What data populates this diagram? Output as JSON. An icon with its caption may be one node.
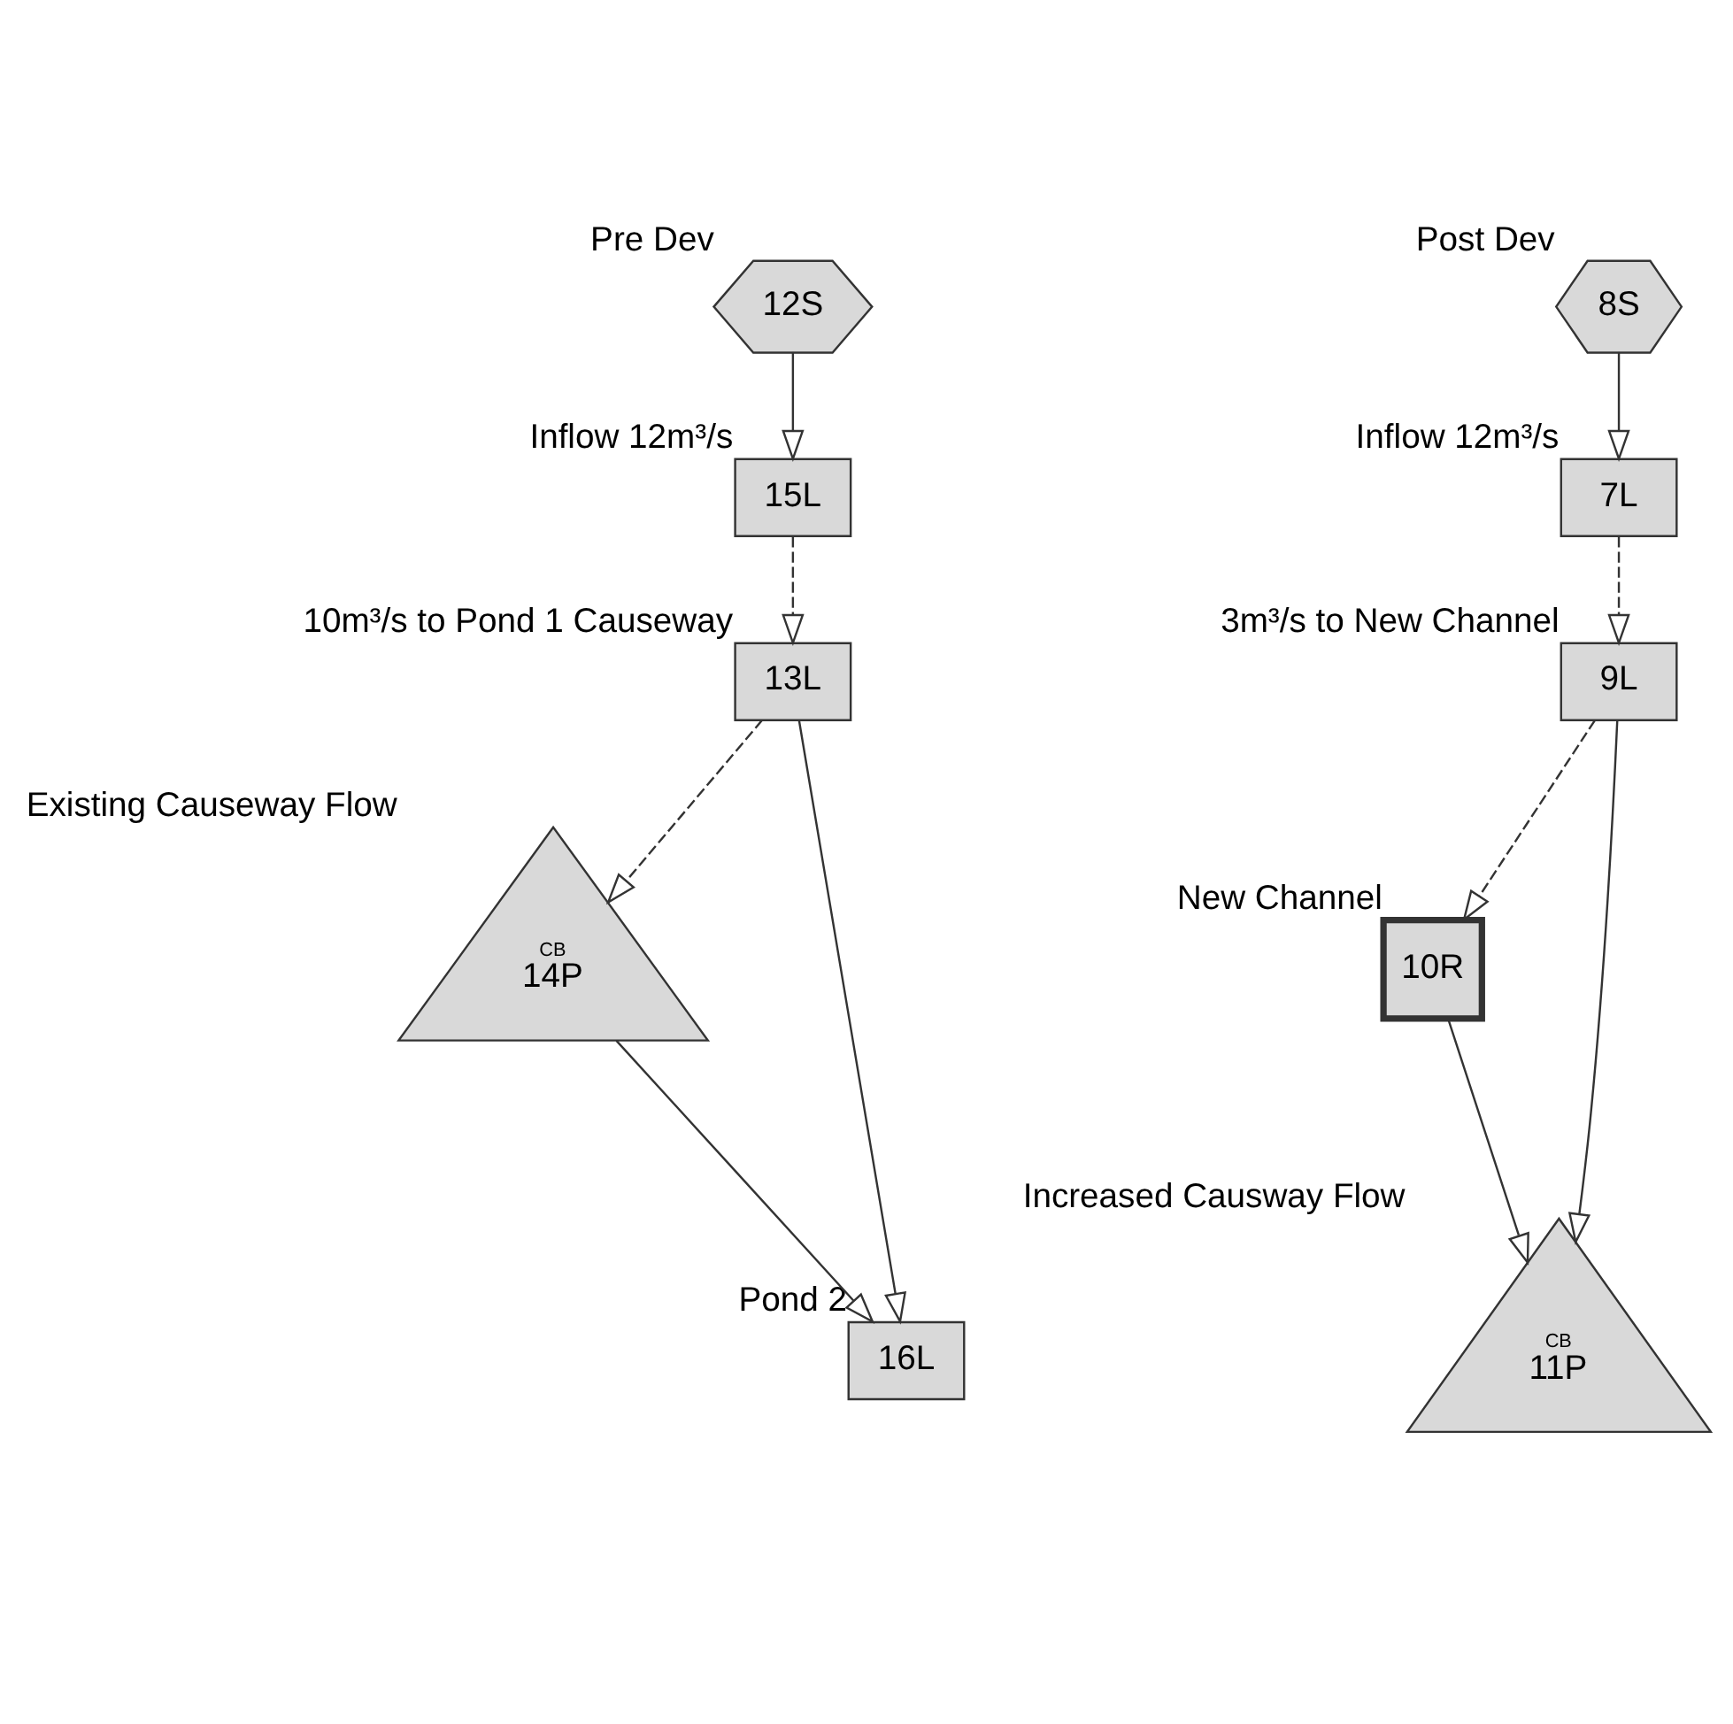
{
  "diagram": {
    "nodes": [
      {
        "text": [
          "12S"
        ],
        "beside": [
          "Pre Dev"
        ]
      },
      {
        "text": [
          "8S"
        ],
        "beside": [
          "Post Dev"
        ]
      },
      {
        "text": [
          "15L"
        ],
        "beside": [
          "Inflow 12m³/s"
        ]
      },
      {
        "text": [
          "7L"
        ],
        "beside": [
          "Inflow 12m³/s"
        ]
      },
      {
        "text": [
          "13L"
        ],
        "beside": [
          "10m³/s to Pond 1 Causeway"
        ]
      },
      {
        "text": [
          "9L"
        ],
        "beside": [
          "3m³/s to New Channel"
        ]
      },
      {
        "text": [
          "10R"
        ],
        "beside": [
          "New Channel"
        ]
      },
      {
        "text": [
          "CB",
          "14P"
        ],
        "beside": [
          "Existing Causeway Flow"
        ]
      },
      {
        "text": [
          "CB",
          "11P"
        ],
        "beside": [
          "Increased Causway Flow"
        ]
      },
      {
        "text": [
          "16L"
        ],
        "beside": [
          "Pond 2"
        ]
      }
    ],
    "edges": [
      {
        "from": 0,
        "to": 2,
        "arrow": "to"
      },
      {
        "from": 2,
        "to": 4,
        "arrow": "to",
        "style": "dashed"
      },
      {
        "from": 4,
        "to": 7,
        "arrow": "to",
        "style": "dashed"
      },
      {
        "from": 4,
        "to": 9,
        "arrow": "to"
      },
      {
        "from": 7,
        "to": 9,
        "arrow": "to"
      },
      {
        "from": 1,
        "to": 3,
        "arrow": "to"
      },
      {
        "from": 3,
        "to": 5,
        "arrow": "to",
        "style": "dashed"
      },
      {
        "from": 5,
        "to": 6,
        "arrow": "to",
        "style": "dashed"
      },
      {
        "from": 5,
        "to": 8,
        "arrow": "to"
      },
      {
        "from": 6,
        "to": 8,
        "arrow": "to"
      }
    ]
  }
}
